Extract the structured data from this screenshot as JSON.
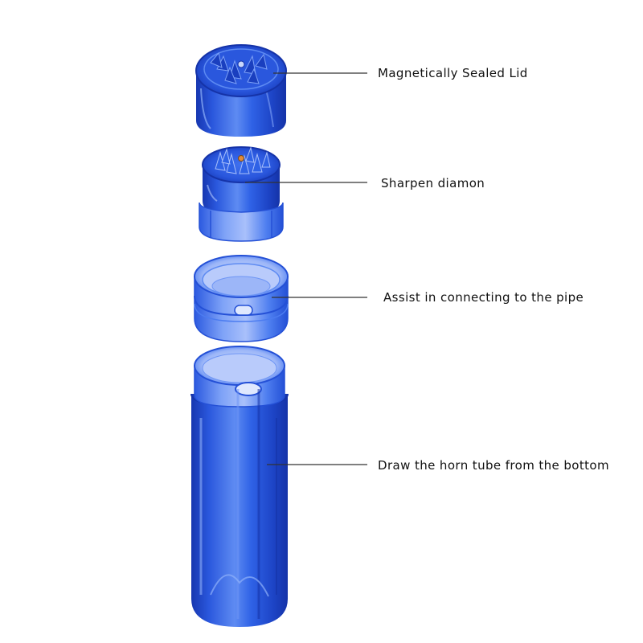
{
  "callouts": {
    "lid": "Magnetically Sealed Lid",
    "diamond": "Sharpen diamon",
    "pipe": "Assist in connecting to the pipe",
    "tube": "Draw the horn tube from the bottom"
  },
  "colors": {
    "plastic_dark": "#1a3fbf",
    "plastic_mid": "#2f62e6",
    "plastic_light": "#6f96f5",
    "leader_line": "#333333"
  }
}
